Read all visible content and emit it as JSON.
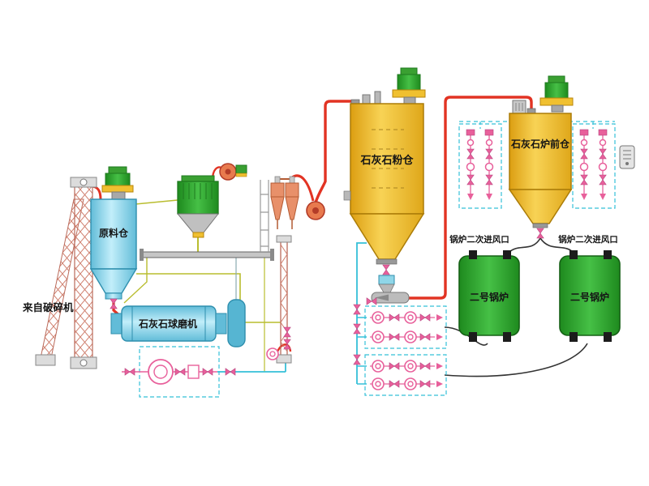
{
  "diagram": {
    "type": "process-flow-diagram",
    "subject": "limestone powder preparation and boiler injection system",
    "labels": {
      "from_crusher": "来自破碎机",
      "raw_silo": "原料仓",
      "ball_mill": "石灰石球磨机",
      "powder_silo": "石灰石粉仓",
      "furnace_silo": "石灰石炉前仓",
      "air_inlet_left": "锅炉二次进风口",
      "air_inlet_right": "锅炉二次进风口",
      "boiler_left": "二号锅炉",
      "boiler_right": "二号锅炉"
    },
    "colors": {
      "equipment_cyan": "#8fd6e8",
      "silo_gold": "#f0c030",
      "boiler_green": "#2ca02c",
      "motor_green": "#3aa032",
      "valve_pink": "#e8609b",
      "pipe_red": "#e23323",
      "air_line_cyan": "#35c0d8",
      "material_line_olive": "#b9bd2f",
      "cyclone_orange": "#e8906a",
      "steel_gray": "#b8b8b8"
    }
  }
}
